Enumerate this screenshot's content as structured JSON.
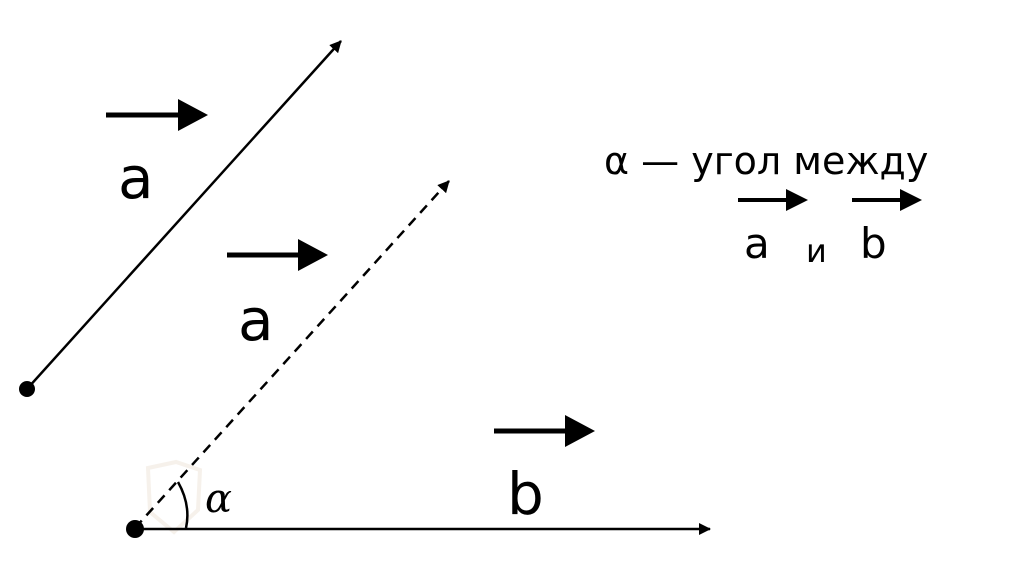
{
  "vector_a_upper": {
    "letter": "a"
  },
  "vector_a_lower": {
    "letter": "a"
  },
  "vector_b": {
    "letter": "b"
  },
  "angle": {
    "symbol": "α"
  },
  "caption": {
    "line1": "α — угол между",
    "vec1": "a",
    "conjunction": "и",
    "vec2": "b"
  },
  "colors": {
    "ink": "#000000",
    "watermark": "#f3ece4"
  }
}
